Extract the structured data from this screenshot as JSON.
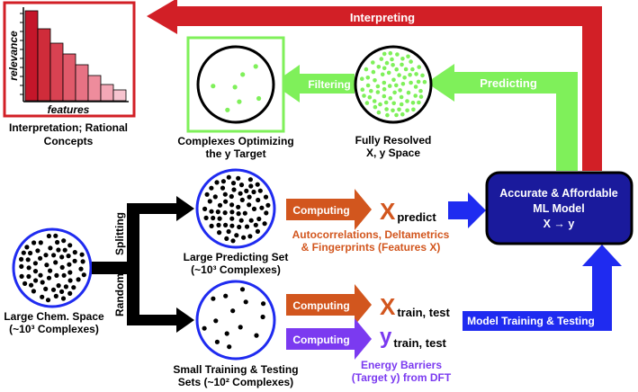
{
  "colors": {
    "red": "#d21f26",
    "green": "#7ff05a",
    "blue": "#1f2bf0",
    "orange": "#d2561e",
    "purple": "#7b3af0",
    "navy": "#1a1a9c",
    "black": "#000000",
    "white": "#ffffff"
  },
  "inset_chart": {
    "ylabel": "relevance",
    "xlabel": "features",
    "caption_line1": "Interpretation; Rational",
    "caption_line2": "Concepts"
  },
  "chart_data": {
    "type": "bar",
    "title": "",
    "xlabel": "features",
    "ylabel": "relevance",
    "categories": [
      "",
      "",
      "",
      "",
      "",
      "",
      "",
      ""
    ],
    "values": [
      100,
      80,
      64,
      52,
      40,
      28,
      18,
      12
    ],
    "ylim": [
      0,
      100
    ],
    "bar_colors": [
      "#c4162a",
      "#cf2c3a",
      "#d84252",
      "#e05a6a",
      "#e77284",
      "#ee8c9c",
      "#f4a8b6",
      "#f7c4cf"
    ]
  },
  "nodes": {
    "large_space_label1": "Large Chem. Space",
    "large_space_label2": "(~10³ Complexes)",
    "predict_set_label1": "Large Predicting Set",
    "predict_set_label2": "(~10³ Complexes)",
    "train_set_label1": "Small Training & Testing",
    "train_set_label2": "Sets (~10² Complexes)",
    "resolved_label1": "Fully Resolved",
    "resolved_label2": "X, y Space",
    "optimizing_label1": "Complexes Optimizing",
    "optimizing_label2": "the y Target",
    "ml_model_line1": "Accurate & Affordable",
    "ml_model_line2": "ML Model",
    "ml_model_line3": "X → y"
  },
  "arrows": {
    "interpreting": "Interpreting",
    "predicting": "Predicting",
    "filtering": "Filtering",
    "splitting": "Splitting",
    "random": "Random",
    "computing_predict": "Computing",
    "computing_train_x": "Computing",
    "computing_train_y": "Computing",
    "model_training": "Model Training & Testing"
  },
  "variables": {
    "x_predict_main": "X",
    "x_predict_sub": "predict",
    "x_train_main": "X",
    "x_train_sub": "train, test",
    "y_train_main": "y",
    "y_train_sub": "train, test"
  },
  "descriptions": {
    "features_line1": "Autocorrelations, Deltametrics",
    "features_line2": "& Fingerprints (Features X)",
    "target_line1": "Energy Barriers",
    "target_line2": "(Target y) from DFT"
  }
}
